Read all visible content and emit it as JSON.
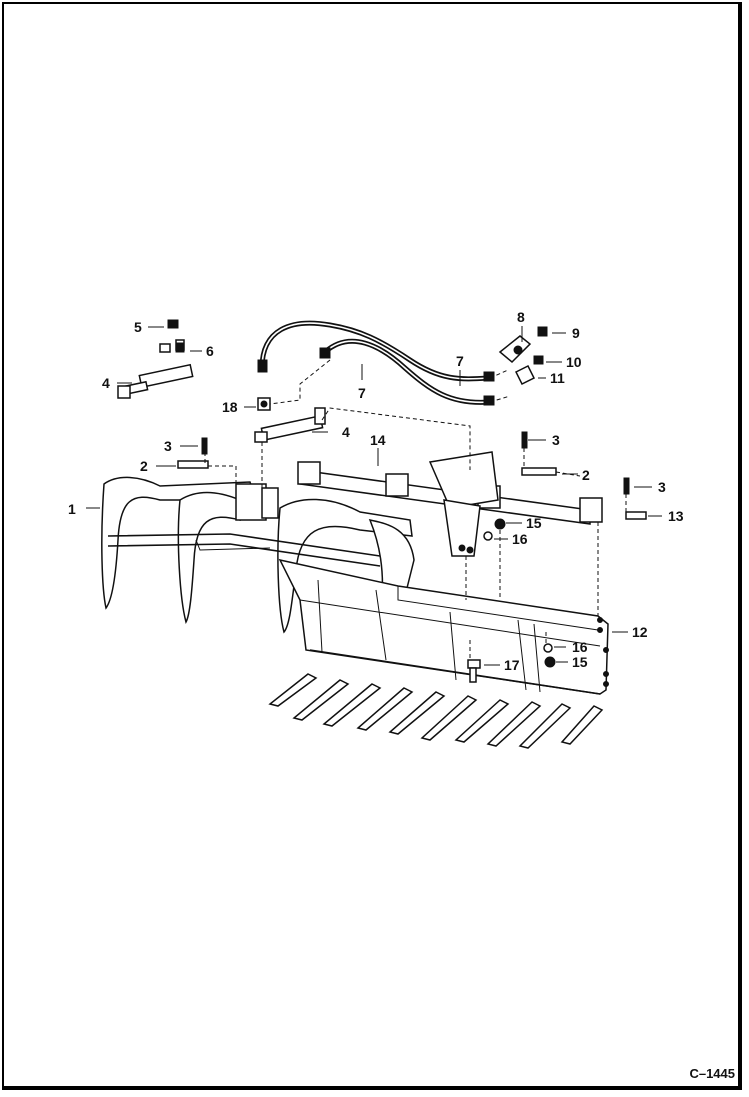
{
  "callouts": [
    {
      "id": "c1",
      "text": "1"
    },
    {
      "id": "c2a",
      "text": "2"
    },
    {
      "id": "c2b",
      "text": "2"
    },
    {
      "id": "c3a",
      "text": "3"
    },
    {
      "id": "c3b",
      "text": "3"
    },
    {
      "id": "c3c",
      "text": "3"
    },
    {
      "id": "c4a",
      "text": "4"
    },
    {
      "id": "c4b",
      "text": "4"
    },
    {
      "id": "c5",
      "text": "5"
    },
    {
      "id": "c6",
      "text": "6"
    },
    {
      "id": "c7a",
      "text": "7"
    },
    {
      "id": "c7b",
      "text": "7"
    },
    {
      "id": "c8",
      "text": "8"
    },
    {
      "id": "c9",
      "text": "9"
    },
    {
      "id": "c10",
      "text": "10"
    },
    {
      "id": "c11",
      "text": "11"
    },
    {
      "id": "c12",
      "text": "12"
    },
    {
      "id": "c13",
      "text": "13"
    },
    {
      "id": "c14",
      "text": "14"
    },
    {
      "id": "c15a",
      "text": "15"
    },
    {
      "id": "c15b",
      "text": "15"
    },
    {
      "id": "c16a",
      "text": "16"
    },
    {
      "id": "c16b",
      "text": "16"
    },
    {
      "id": "c17",
      "text": "17"
    },
    {
      "id": "c18",
      "text": "18"
    }
  ],
  "figure_ref": "C–1445"
}
